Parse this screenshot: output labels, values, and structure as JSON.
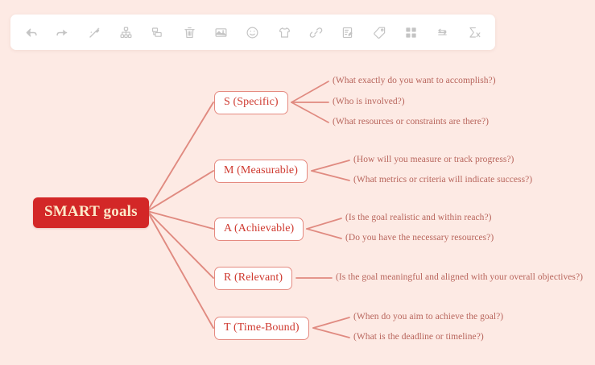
{
  "toolbar": {
    "items": [
      {
        "name": "undo-icon",
        "label": "Undo"
      },
      {
        "name": "redo-icon",
        "label": "Redo"
      },
      {
        "name": "magic-wand-icon",
        "label": "Auto style"
      },
      {
        "name": "hierarchy-icon",
        "label": "Layout"
      },
      {
        "name": "subtopic-icon",
        "label": "Subtopic"
      },
      {
        "name": "trash-icon",
        "label": "Delete"
      },
      {
        "name": "image-icon",
        "label": "Insert image"
      },
      {
        "name": "emoji-icon",
        "label": "Insert emoji"
      },
      {
        "name": "clipart-icon",
        "label": "Clipart"
      },
      {
        "name": "link-icon",
        "label": "Hyperlink"
      },
      {
        "name": "note-icon",
        "label": "Note"
      },
      {
        "name": "tag-icon",
        "label": "Tag"
      },
      {
        "name": "grid-icon",
        "label": "Boundary"
      },
      {
        "name": "relationship-icon",
        "label": "Relationship"
      },
      {
        "name": "formula-icon",
        "label": "Formula"
      }
    ]
  },
  "mindmap": {
    "root": {
      "label": "SMART goals",
      "color": "#d32727",
      "text_color": "#fce9c9"
    },
    "branches": [
      {
        "label": "S (Specific)",
        "leaves": [
          "(What exactly do you want to accomplish?)",
          "(Who is involved?)",
          "(What resources or constraints are there?)"
        ]
      },
      {
        "label": "M (Measurable)",
        "leaves": [
          "(How will you measure or track progress?)",
          "(What metrics or criteria will indicate success?)"
        ]
      },
      {
        "label": "A (Achievable)",
        "leaves": [
          "(Is the goal realistic and within reach?)",
          "(Do you have the necessary resources?)"
        ]
      },
      {
        "label": "R (Relevant)",
        "leaves": [
          "(Is the goal meaningful and aligned with your overall objectives?)"
        ]
      },
      {
        "label": "T (Time-Bound)",
        "leaves": [
          "(When do you aim to achieve the goal?)",
          "(What is the deadline or timeline?)"
        ]
      }
    ],
    "colors": {
      "background": "#fdeae4",
      "line": "#e08a80",
      "branch_border": "#e58a80",
      "branch_text": "#cf3a30",
      "leaf_text": "#b8655c"
    }
  }
}
